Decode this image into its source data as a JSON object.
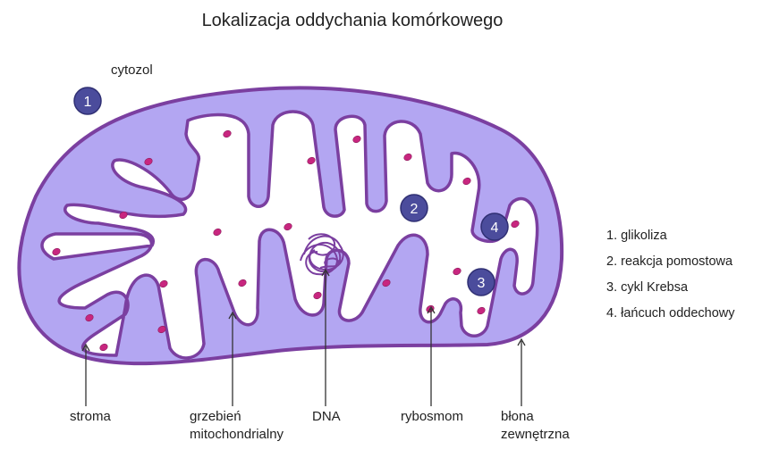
{
  "title": "Lokalizacja oddychania komórkowego",
  "cytosol_label": "cytozol",
  "markers": [
    "1",
    "2",
    "3",
    "4"
  ],
  "labels": {
    "stroma": "stroma",
    "crista_line1": "grzebień",
    "crista_line2": "mitochondrialny",
    "dna": "DNA",
    "ribosome": "rybosmom",
    "membrane_line1": "błona",
    "membrane_line2": "zewnętrzna"
  },
  "legend": [
    "1. glikoliza",
    "2. reakcja pomostowa",
    "3. cykl Krebsa",
    "4. łańcuch oddechowy"
  ],
  "colors": {
    "membrane_fill": "#b3a6f2",
    "membrane_stroke": "#7b3fa0",
    "matrix": "#ffffff",
    "ribosome": "#c8267f",
    "marker": "#4b4c9c",
    "pointer": "#333333"
  }
}
